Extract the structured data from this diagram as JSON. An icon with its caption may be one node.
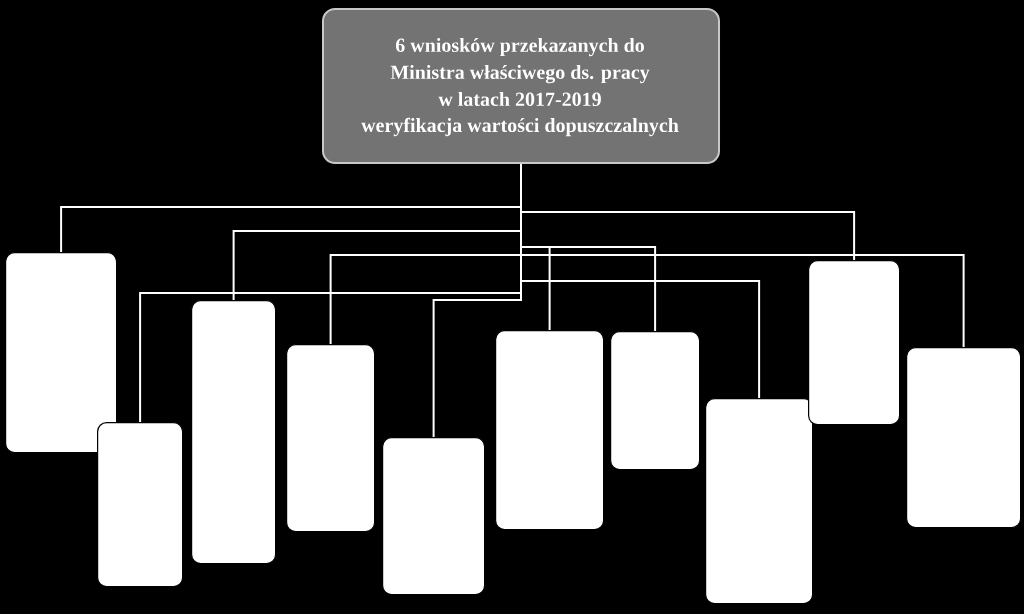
{
  "diagram": {
    "nodes": [
      {
        "text": [
          "6 wniosków przekazanych do Ministra właściwego ds. pracy w latach 2017-2019",
          "weryfikacja wartości dopuszczalnych"
        ]
      },
      {
        "text": [],
        "shape": "box"
      },
      {
        "text": [],
        "shape": "box"
      },
      {
        "text": [],
        "shape": "box"
      },
      {
        "text": [],
        "shape": "box"
      },
      {
        "text": [],
        "shape": "box"
      },
      {
        "text": [],
        "shape": "box"
      },
      {
        "text": [],
        "shape": "box"
      },
      {
        "text": [],
        "shape": "box"
      },
      {
        "text": [],
        "shape": "box"
      },
      {
        "text": [],
        "shape": "box"
      }
    ],
    "edges": [
      {
        "from": 0,
        "to": 1,
        "arrow": "none"
      },
      {
        "from": 0,
        "to": 2,
        "arrow": "none"
      },
      {
        "from": 0,
        "to": 3,
        "arrow": "none"
      },
      {
        "from": 0,
        "to": 4,
        "arrow": "none"
      },
      {
        "from": 0,
        "to": 5,
        "arrow": "none"
      },
      {
        "from": 0,
        "to": 6,
        "arrow": "none"
      },
      {
        "from": 0,
        "to": 7,
        "arrow": "none"
      },
      {
        "from": 0,
        "to": 8,
        "arrow": "none"
      },
      {
        "from": 0,
        "to": 9,
        "arrow": "none"
      },
      {
        "from": 0,
        "to": 10,
        "arrow": "none"
      }
    ]
  }
}
